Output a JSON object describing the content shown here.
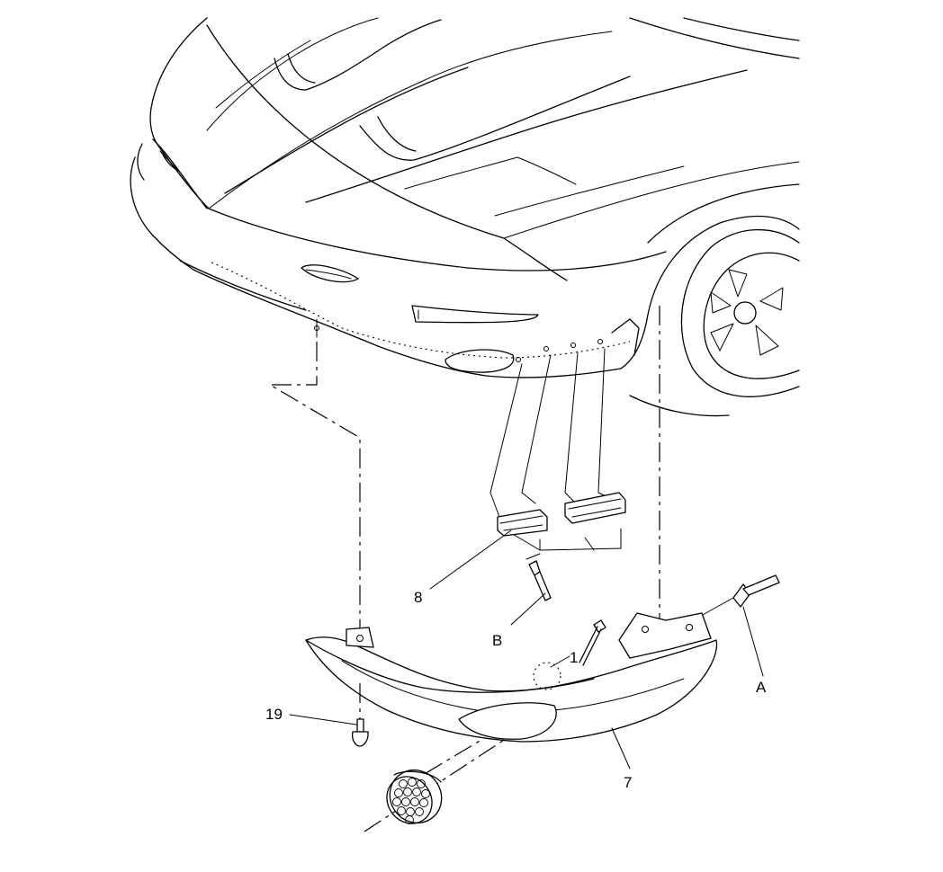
{
  "callouts": {
    "c8": "8",
    "cB": "B",
    "c19": "19",
    "cA": "A",
    "c7": "7",
    "c1": "1"
  }
}
